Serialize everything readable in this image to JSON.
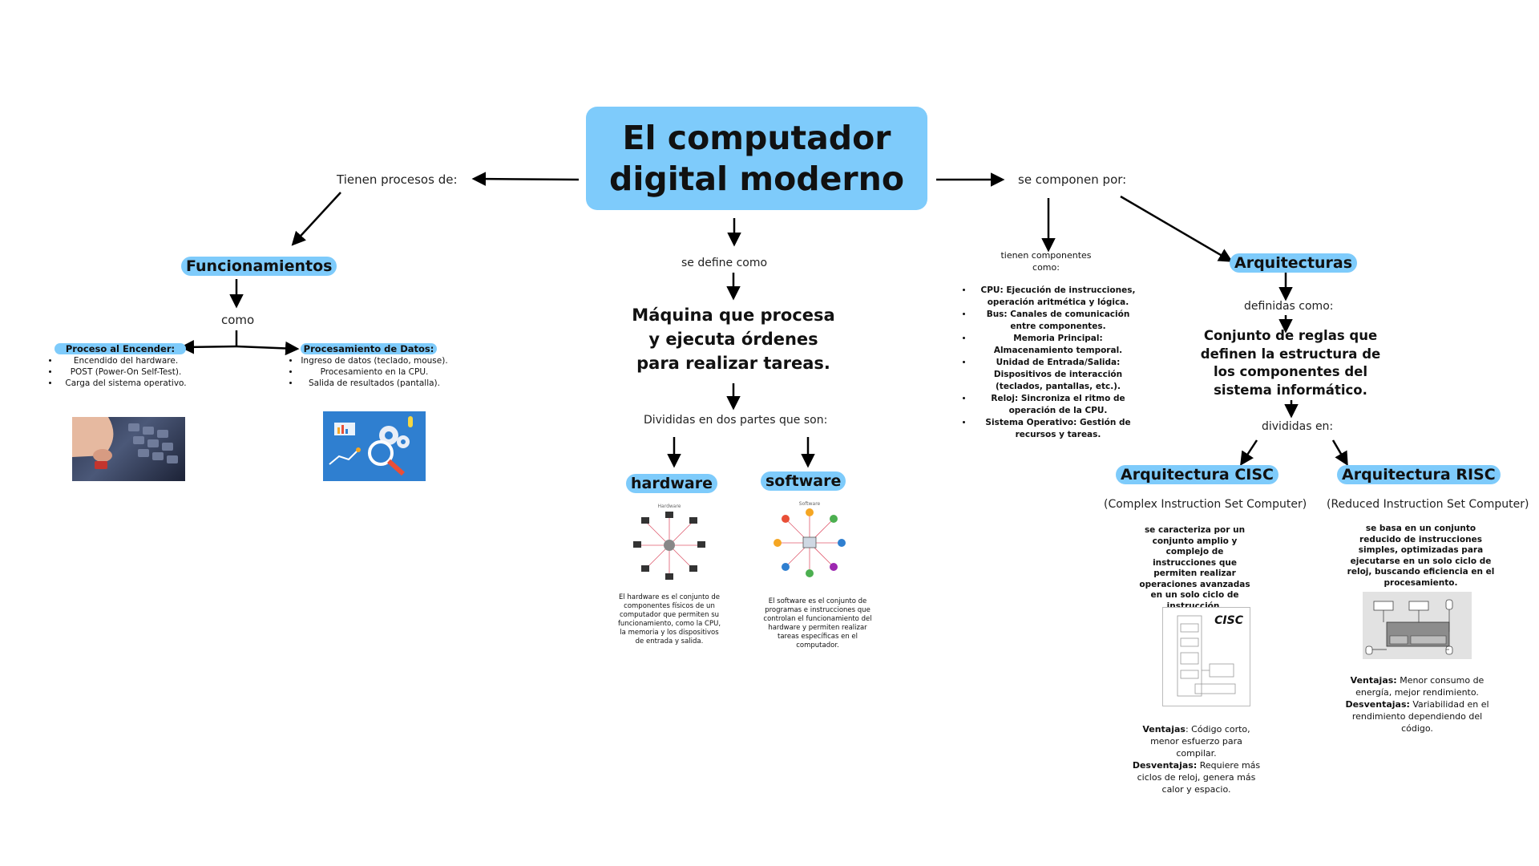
{
  "title": "El computador digital moderno",
  "left": {
    "connector": "Tienen procesos de:",
    "node": "Funcionamientos",
    "como": "como",
    "encender": {
      "title": "Proceso al Encender:",
      "items": [
        "Encendido del hardware.",
        "POST (Power-On Self-Test).",
        "Carga del sistema operativo."
      ]
    },
    "datos": {
      "title": "Procesamiento de Datos:",
      "items": [
        "Ingreso de datos (teclado, mouse).",
        "Procesamiento en la CPU.",
        "Salida de resultados (pantalla)."
      ]
    }
  },
  "center": {
    "define": "se define como",
    "definition": "Máquina que procesa y ejecuta órdenes para realizar tareas.",
    "parts": "Divididas en dos partes que son:",
    "hardware": {
      "label": "hardware",
      "caption": "Hardware",
      "desc": "El hardware es el conjunto de componentes físicos de un computador que permiten su funcionamiento, como la CPU, la memoria y los dispositivos de entrada y salida."
    },
    "software": {
      "label": "software",
      "caption": "Software",
      "desc": "El software es el conjunto de programas e instrucciones que controlan el funcionamiento del hardware y permiten realizar tareas específicas en el computador."
    }
  },
  "right": {
    "compose": "se componen por:",
    "components_intro": "tienen componentes como:",
    "components": [
      "CPU: Ejecución de instrucciones, operación aritmética y lógica.",
      "Bus: Canales de comunicación entre componentes.",
      "Memoria Principal: Almacenamiento temporal.",
      "Unidad de Entrada/Salida: Dispositivos de interacción (teclados, pantallas, etc.).",
      "Reloj: Sincroniza el ritmo de operación de la CPU.",
      "Sistema Operativo: Gestión de recursos y tareas."
    ],
    "arch": "Arquitecturas",
    "defined_as": "definidas como:",
    "arch_def": "Conjunto de reglas que definen la estructura de los componentes del sistema informático.",
    "divided": "divididas en:",
    "cisc": {
      "title": "Arquitectura CISC",
      "sub": "(Complex Instruction Set Computer)",
      "desc": "se caracteriza por un conjunto amplio y complejo de instrucciones que permiten realizar operaciones avanzadas en un solo ciclo de instrucción.",
      "diagram_label": "CISC",
      "ventajas_label": "Ventajas",
      "ventajas": ": Código corto, menor esfuerzo para compilar.",
      "desventajas_label": "Desventajas:",
      "desventajas": " Requiere más ciclos de reloj, genera más calor y espacio."
    },
    "risc": {
      "title": "Arquitectura RISC",
      "sub": "(Reduced Instruction Set Computer)",
      "desc": "se basa en un conjunto reducido de instrucciones simples, optimizadas para ejecutarse en un solo ciclo de reloj, buscando eficiencia en el procesamiento.",
      "ventajas_label": "Ventajas:",
      "ventajas": " Menor consumo de energía, mejor rendimiento.",
      "desventajas_label": "Desventajas:",
      "desventajas": " Variabilidad en el rendimiento dependiendo del código."
    }
  }
}
